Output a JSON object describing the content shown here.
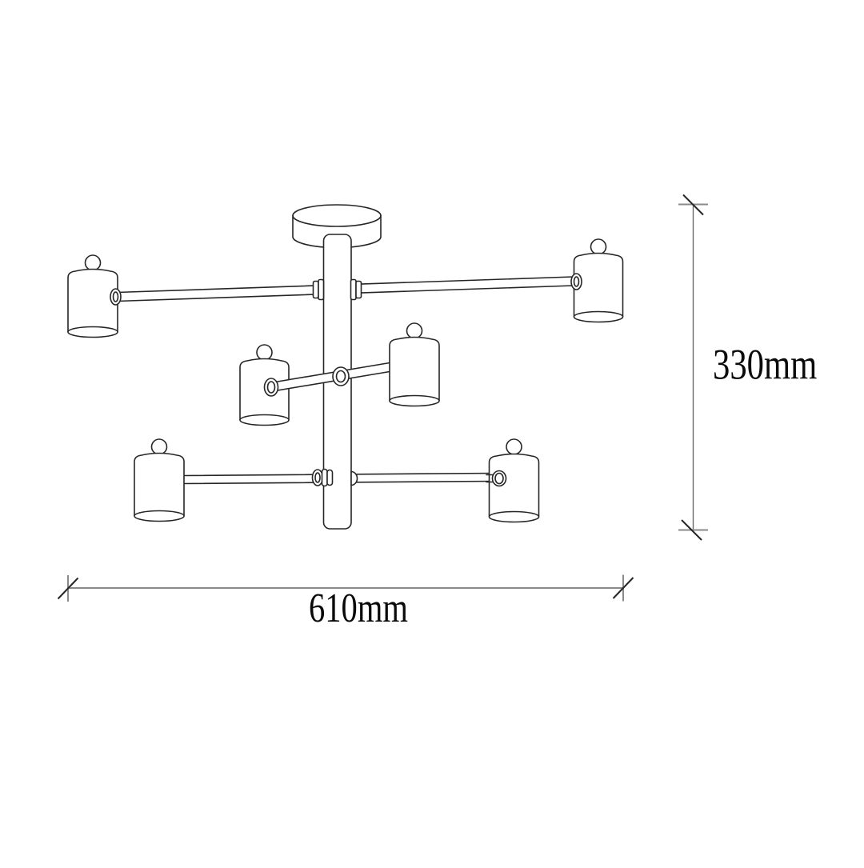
{
  "page": {
    "background": "#ffffff",
    "type": "product-dimension-diagram"
  },
  "fixture": {
    "shade_count": 6,
    "parts": [
      "ceiling-canopy",
      "center-column",
      "top-arm",
      "middle-arm",
      "bottom-arm"
    ]
  },
  "dimensions": {
    "height_label": "330mm",
    "width_label": "610mm"
  },
  "colors": {
    "outline": "#262626",
    "dimension_line": "#8a8a8a",
    "dimension_tick": "#262626",
    "label_text": "#0a0a0a"
  }
}
